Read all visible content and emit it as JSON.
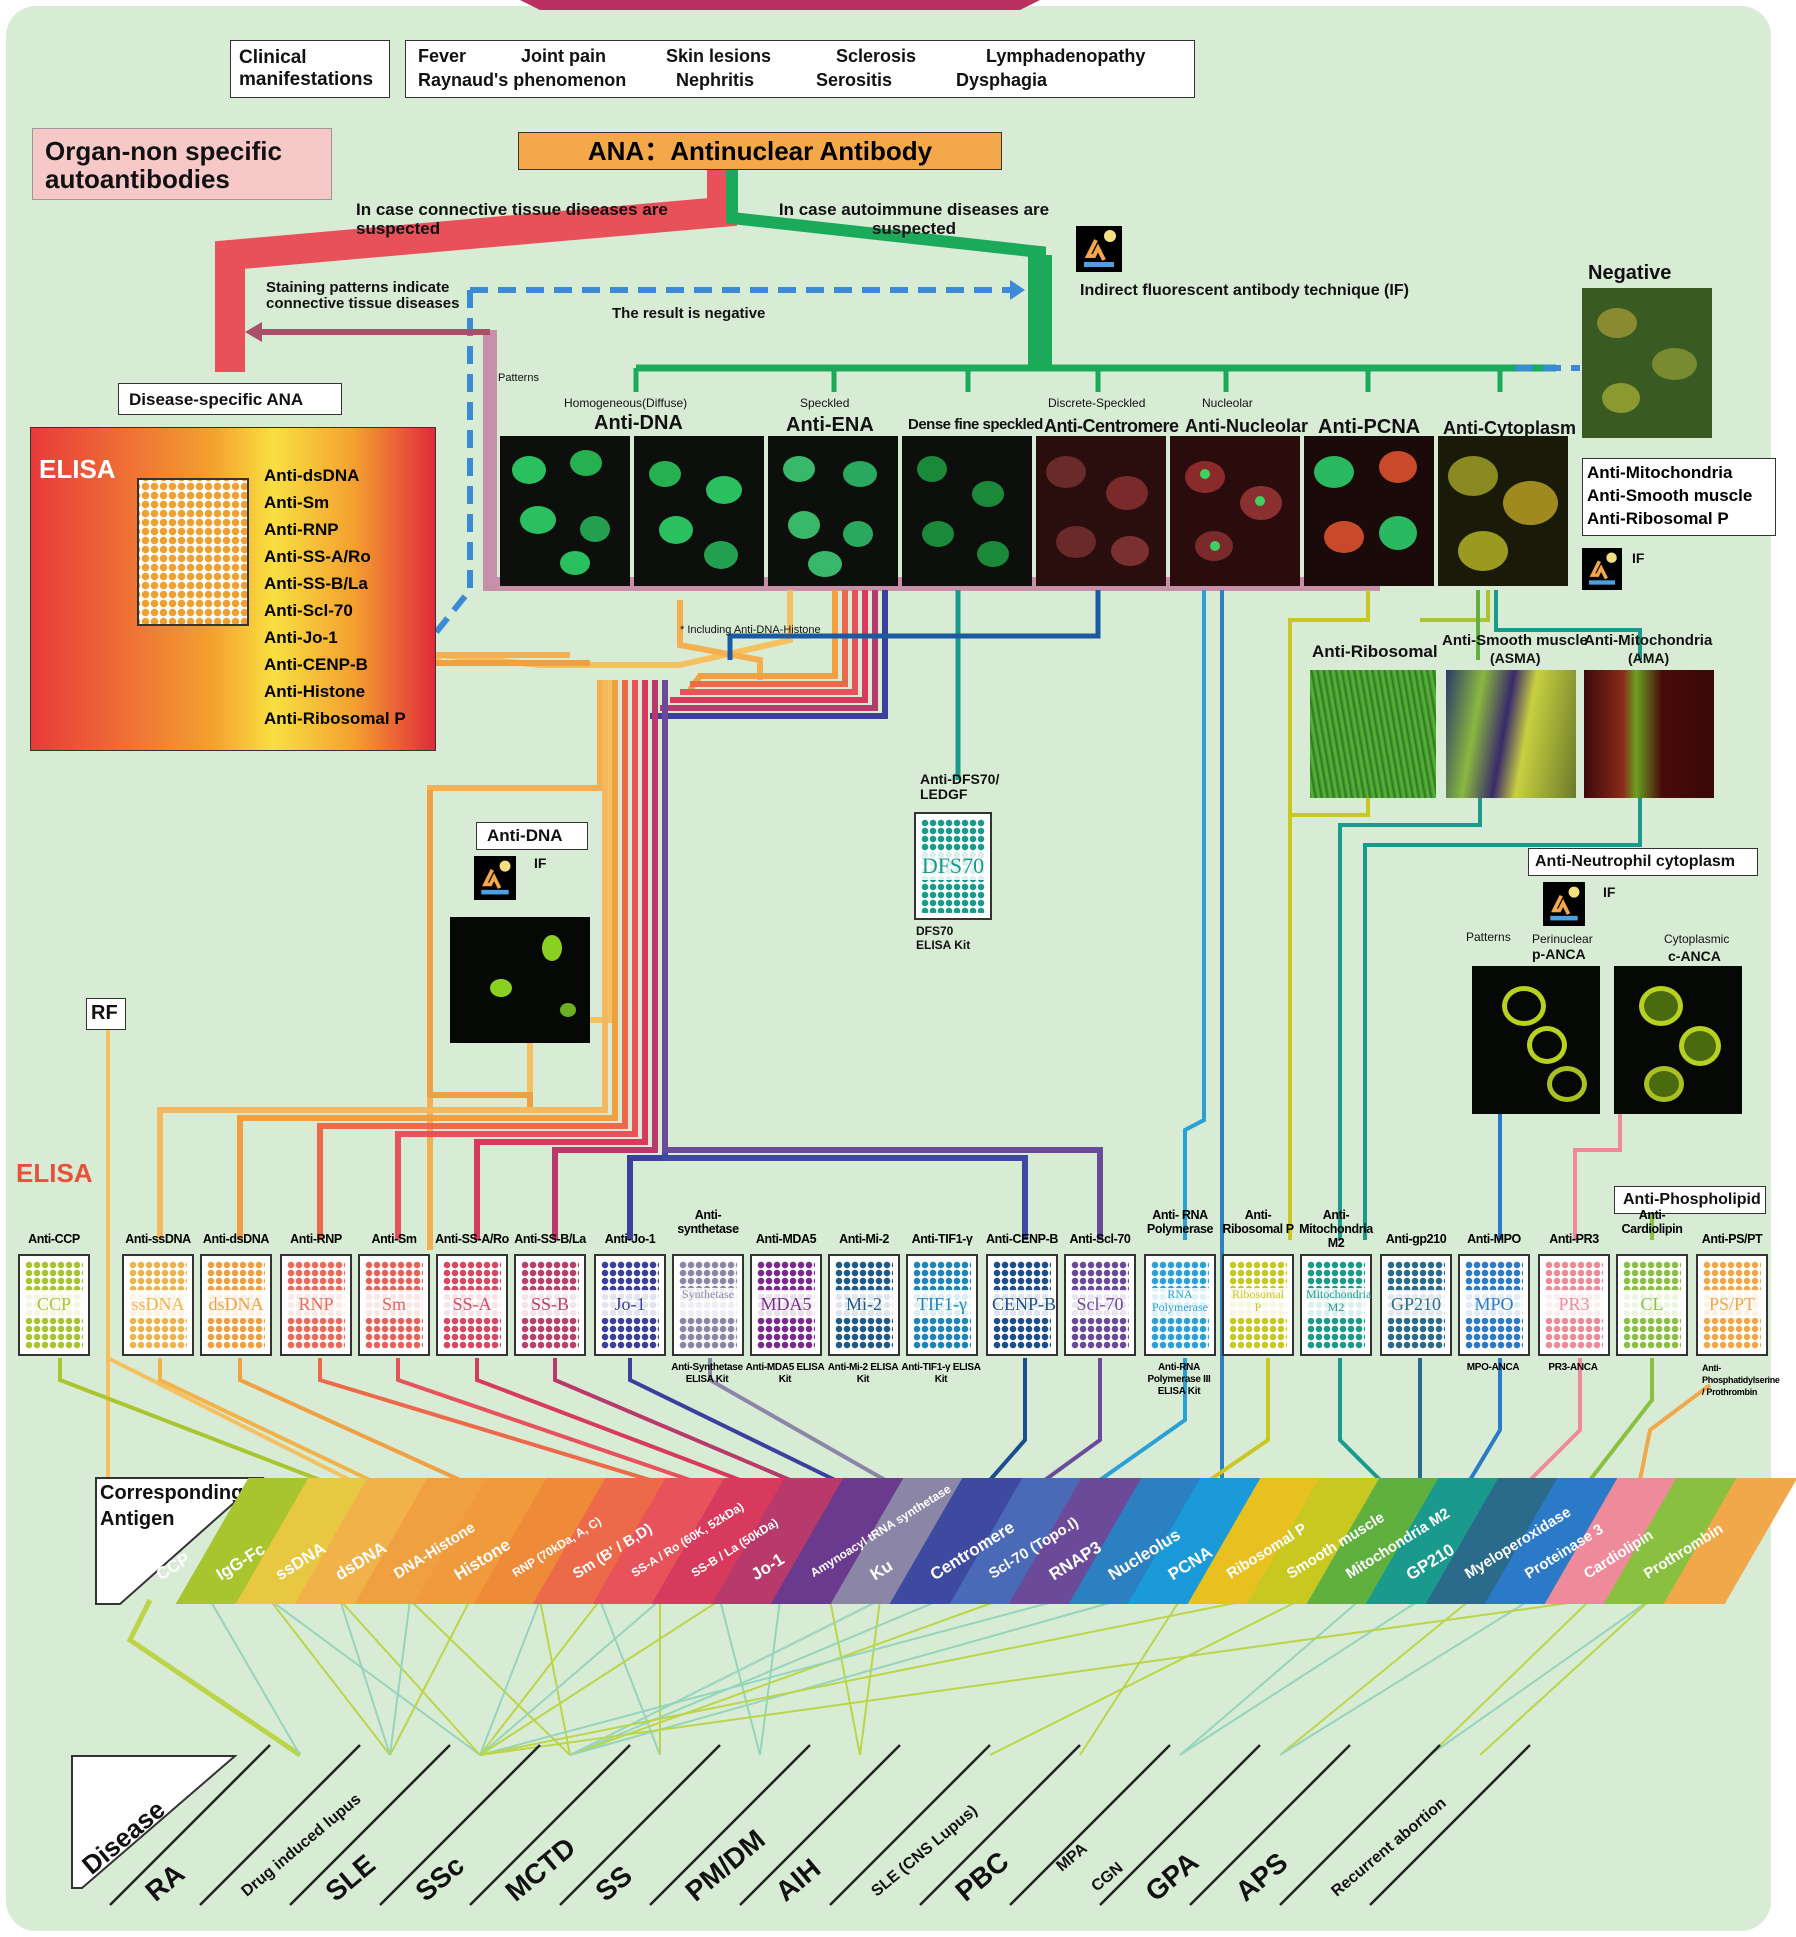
{
  "clinical": {
    "label": "Clinical manifestations",
    "row1": [
      "Fever",
      "Joint pain",
      "Skin lesions",
      "Sclerosis",
      "Lymphadenopathy"
    ],
    "row2": [
      "Raynaud's phenomenon",
      "Nephritis",
      "Serositis",
      "Dysphagia"
    ]
  },
  "organ_nonspecific": "Organ-non specific autoantibodies",
  "ana_title": "ANA\u0000Antinuclear Antibody",
  "ana": {
    "prefix": "ANA",
    "sep": "：",
    "rest": "Antinuclear Antibody"
  },
  "branch_left": "In case connective  tissue diseases are suspected",
  "branch_right": "In case autoimmune diseases are suspected",
  "staining_note": "Staining patterns indicate connective tissue diseases",
  "result_negative": "The result is negative",
  "if_technique": "Indirect fluorescent antibody technique (IF)",
  "negative": "Negative",
  "patterns_label": "Patterns",
  "disease_specific_ana": "Disease-specific ANA",
  "elisa_left": {
    "title": "ELISA",
    "items": [
      "Anti-dsDNA",
      "Anti-Sm",
      "Anti-RNP",
      "Anti-SS-A/Ro",
      "Anti-SS-B/La",
      "Anti-Scl-70",
      "Anti-Jo-1",
      "Anti-CENP-B",
      "Anti-Histone",
      "Anti-Ribosomal P"
    ]
  },
  "patterns": [
    {
      "pattern": "Homogeneous(Diffuse)",
      "name": "Anti-DNA"
    },
    {
      "pattern": "Speckled",
      "name": "Anti-ENA"
    },
    {
      "pattern": "",
      "name": "Dense fine speckled"
    },
    {
      "pattern": "Discrete-Speckled",
      "name": "Anti-Centromere"
    },
    {
      "pattern": "Nucleolar",
      "name": "Anti-Nucleolar"
    },
    {
      "pattern": "",
      "name": "Anti-PCNA"
    },
    {
      "pattern": "",
      "name": "Anti-Cytoplasm"
    }
  ],
  "cyto_box": [
    "Anti-Mitochondria",
    "Anti-Smooth muscle",
    "Anti-Ribosomal P"
  ],
  "if_label": "IF",
  "including_note": "* Including Anti-DNA-Histone",
  "dfs70": {
    "title": "Anti-DFS70/ LEDGF",
    "kit": "DFS70",
    "sub": "DFS70 ELISA Kit"
  },
  "tissue": [
    {
      "name": "Anti-Ribosomal",
      "sub": ""
    },
    {
      "name": "Anti-Smooth muscle",
      "sub": "(ASMA)"
    },
    {
      "name": "Anti-Mitochondria",
      "sub": "(AMA)"
    }
  ],
  "anti_dna_box": "Anti-DNA",
  "anca": {
    "title": "Anti-Neutrophil cytoplasm",
    "patterns": "Patterns",
    "p_label1": "Perinuclear",
    "p_label2": "p-ANCA",
    "c_label1": "Cytoplasmic",
    "c_label2": "c-ANCA"
  },
  "rf": "RF",
  "elisa_row_title": "ELISA",
  "anti_phospholipid": "Anti-Phospholipid",
  "kits": [
    {
      "title": "Anti-CCP",
      "label": "CCP",
      "color": "#a8c530",
      "sub": ""
    },
    {
      "title": "Anti-ssDNA",
      "label": "ssDNA",
      "color": "#f2b24a",
      "sub": ""
    },
    {
      "title": "Anti-dsDNA",
      "label": "dsDNA",
      "color": "#f0a040",
      "sub": ""
    },
    {
      "title": "Anti-RNP",
      "label": "RNP",
      "color": "#ec6a5a",
      "sub": ""
    },
    {
      "title": "Anti-Sm",
      "label": "Sm",
      "color": "#e8625c",
      "sub": ""
    },
    {
      "title": "Anti-SS-A/Ro",
      "label": "SS-A",
      "color": "#d84862",
      "sub": ""
    },
    {
      "title": "Anti-SS-B/La",
      "label": "SS-B",
      "color": "#b8406a",
      "sub": ""
    },
    {
      "title": "Anti-Jo-1",
      "label": "Jo-1",
      "color": "#3d3f9e",
      "sub": ""
    },
    {
      "title": "Anti- synthetase",
      "label": "Synthetase",
      "color": "#8c86a6",
      "sub": "Anti-Synthetase ELISA Kit"
    },
    {
      "title": "Anti-MDA5",
      "label": "MDA5",
      "color": "#7a2a8c",
      "sub": "Anti-MDA5 ELISA Kit"
    },
    {
      "title": "Anti-Mi-2",
      "label": "Mi-2",
      "color": "#1d5a8a",
      "sub": "Anti-Mi-2 ELISA Kit"
    },
    {
      "title": "Anti-TIF1-γ",
      "label": "TIF1-γ",
      "color": "#1a86b8",
      "sub": "Anti-TIF1-γ ELISA Kit"
    },
    {
      "title": "Anti-CENP-B",
      "label": "CENP-B",
      "color": "#1c4d8c",
      "sub": ""
    },
    {
      "title": "Anti-Scl-70",
      "label": "Scl-70",
      "color": "#6c4a9a",
      "sub": ""
    },
    {
      "title": "Anti- RNA Polymerase",
      "label": "RNA Polymerase",
      "color": "#2aa0d4",
      "sub": "Anti-RNA Polymerase III ELISA Kit"
    },
    {
      "title": "Anti- Ribosomal P",
      "label": "Ribosomal P",
      "color": "#c8c820",
      "sub": ""
    },
    {
      "title": "Anti- Mitochondria M2",
      "label": "Mitochondria M2",
      "color": "#1a9a8c",
      "sub": ""
    },
    {
      "title": "Anti-gp210",
      "label": "GP210",
      "color": "#2a6a8a",
      "sub": ""
    },
    {
      "title": "Anti-MPO",
      "label": "MPO",
      "color": "#2a7ac8",
      "sub": "MPO-ANCA"
    },
    {
      "title": "Anti-PR3",
      "label": "PR3",
      "color": "#ee8a9a",
      "sub": "PR3-ANCA"
    },
    {
      "title": "Anti-Cardiolipin",
      "label": "CL",
      "color": "#8ac040",
      "sub": ""
    },
    {
      "title": "Anti-PS/PT",
      "label": "PS/PT",
      "color": "#f0a84a",
      "sub": "Anti- Phosphatidylserine / Prothrombin"
    }
  ],
  "antigen_title": "Corresponding Antigen",
  "antigens": [
    {
      "name": "CCP",
      "color": "#a8c530"
    },
    {
      "name": "IgG-Fc",
      "color": "#e8c840"
    },
    {
      "name": "ssDNA",
      "color": "#f2b24a"
    },
    {
      "name": "dsDNA",
      "color": "#f0a040"
    },
    {
      "name": "DNA-Histone",
      "color": "#f19a3c"
    },
    {
      "name": "Histone",
      "color": "#ee8a38"
    },
    {
      "name": "RNP (70kDa, A, C)",
      "color": "#ec6a4a"
    },
    {
      "name": "Sm (B' / B,D)",
      "color": "#e8525a"
    },
    {
      "name": "SS-A / Ro (60K, 52kDa)",
      "color": "#d83a5e"
    },
    {
      "name": "SS-B / La (50kDa)",
      "color": "#b83a6a"
    },
    {
      "name": "Jo-1",
      "color": "#6a3a8e"
    },
    {
      "name": "Amynoacyl tRNA synthetase",
      "color": "#8c86a6"
    },
    {
      "name": "Ku",
      "color": "#3d4aa0"
    },
    {
      "name": "Centromere",
      "color": "#4a6ab8"
    },
    {
      "name": "Scl-70 (Topo.I)",
      "color": "#6c4a9a"
    },
    {
      "name": "RNAP3",
      "color": "#2a80c0"
    },
    {
      "name": "Nucleolus",
      "color": "#1a9ad8"
    },
    {
      "name": "PCNA",
      "color": "#e8c020"
    },
    {
      "name": "Ribosomal P",
      "color": "#c8c820"
    },
    {
      "name": "Smooth muscle",
      "color": "#60b040"
    },
    {
      "name": "Mitochondria M2",
      "color": "#1a9a8c"
    },
    {
      "name": "GP210",
      "color": "#2a6a8a"
    },
    {
      "name": "Myeloperoxidase",
      "color": "#2a7ac8"
    },
    {
      "name": "Proteinase 3",
      "color": "#ee8a9a"
    },
    {
      "name": "Cardiolipin",
      "color": "#8ac040"
    },
    {
      "name": "Prothrombin",
      "color": "#f0a84a"
    }
  ],
  "disease_title": "Disease",
  "diseases": [
    {
      "name": "RA",
      "big": true
    },
    {
      "name": "Drug induced lupus",
      "big": false
    },
    {
      "name": "SLE",
      "big": true
    },
    {
      "name": "SSc",
      "big": true
    },
    {
      "name": "MCTD",
      "big": true
    },
    {
      "name": "SS",
      "big": true
    },
    {
      "name": "PM/DM",
      "big": true
    },
    {
      "name": "AIH",
      "big": true
    },
    {
      "name": "SLE (CNS Lupus)",
      "big": false
    },
    {
      "name": "PBC",
      "big": true
    },
    {
      "name": "MPA",
      "big": false
    },
    {
      "name": "CGN",
      "big": false
    },
    {
      "name": "GPA",
      "big": true
    },
    {
      "name": "APS",
      "big": true
    },
    {
      "name": "Recurrent abortion",
      "big": false
    }
  ],
  "colors": {
    "background": "#d8ecd5",
    "ana_box": "#f4a84a",
    "pink_box": "#f6c8c8",
    "green_line": "#1aaa5a",
    "red_line": "#e8505a",
    "blue_dash": "#3a8ad8"
  }
}
